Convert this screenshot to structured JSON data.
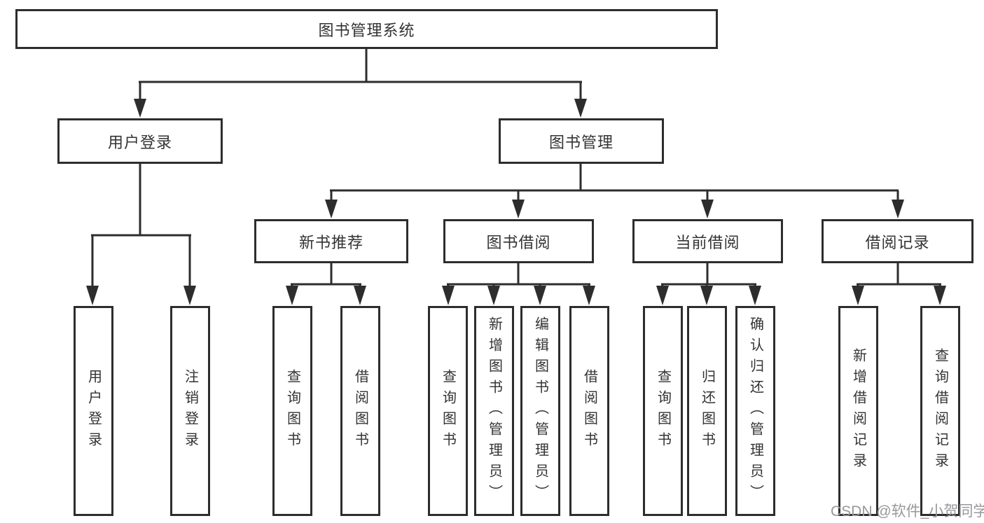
{
  "watermark": "CSDN @软件_小贺同学",
  "colors": {
    "line": "#2d2d2d",
    "box_border": "#2d2d2d",
    "text": "#333333",
    "watermark_text": "#98989d",
    "background": "#ffffff"
  },
  "tree": {
    "label": "图书管理系统",
    "children": [
      {
        "label": "用户登录",
        "children": [
          {
            "label": "用户登录"
          },
          {
            "label": "注销登录"
          }
        ]
      },
      {
        "label": "图书管理",
        "children": [
          {
            "label": "新书推荐",
            "children": [
              {
                "label": "查询图书"
              },
              {
                "label": "借阅图书"
              }
            ]
          },
          {
            "label": "图书借阅",
            "children": [
              {
                "label": "查询图书"
              },
              {
                "label": "新增图书（管理员）"
              },
              {
                "label": "编辑图书（管理员）"
              },
              {
                "label": "借阅图书"
              }
            ]
          },
          {
            "label": "当前借阅",
            "children": [
              {
                "label": "查询图书"
              },
              {
                "label": "归还图书"
              },
              {
                "label": "确认归还（管理员）"
              }
            ]
          },
          {
            "label": "借阅记录",
            "children": [
              {
                "label": "新增借阅记录"
              },
              {
                "label": "查询借阅记录"
              }
            ]
          }
        ]
      }
    ]
  }
}
